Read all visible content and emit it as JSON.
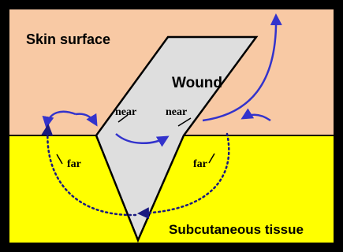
{
  "labels": {
    "skin_surface": "Skin surface",
    "wound": "Wound",
    "near_left": "near",
    "near_right": "near",
    "far_left": "far",
    "far_right": "far",
    "subcutaneous": "Subcutaneous tissue"
  },
  "colors": {
    "skin": "#f8c9a4",
    "subcutaneous": "#ffff00",
    "wound": "#dedede",
    "border": "#000000",
    "arrow": "#3333cc",
    "dotted_arrow": "#1a1a80"
  }
}
